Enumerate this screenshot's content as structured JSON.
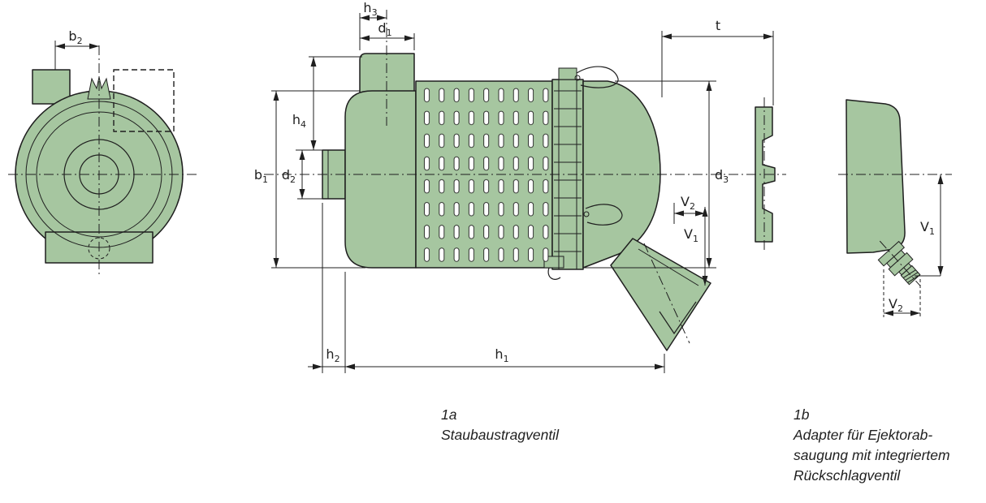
{
  "colors": {
    "background": "#ffffff",
    "part_fill": "#a6c6a0",
    "slot_fill": "#ffffff",
    "line": "#1f1f1f"
  },
  "dimension_labels": {
    "b2": {
      "base": "b",
      "sub": "2"
    },
    "h3": {
      "base": "h",
      "sub": "3"
    },
    "d1": {
      "base": "d",
      "sub": "1"
    },
    "h4": {
      "base": "h",
      "sub": "4"
    },
    "b1": {
      "base": "b",
      "sub": "1"
    },
    "d2": {
      "base": "d",
      "sub": "2"
    },
    "h2": {
      "base": "h",
      "sub": "2"
    },
    "h1": {
      "base": "h",
      "sub": "1"
    },
    "t": {
      "base": "t",
      "sub": ""
    },
    "d3": {
      "base": "d",
      "sub": "3"
    },
    "v1": {
      "base": "V",
      "sub": "1"
    },
    "v2": {
      "base": "V",
      "sub": "2"
    }
  },
  "captions": {
    "fig_1a": {
      "number": "1a",
      "lines": [
        "Staubaustragventil"
      ]
    },
    "fig_1b": {
      "number": "1b",
      "lines": [
        "Adapter für Ejektorab-",
        "saugung mit integriertem",
        "Rückschlagventil"
      ]
    }
  }
}
